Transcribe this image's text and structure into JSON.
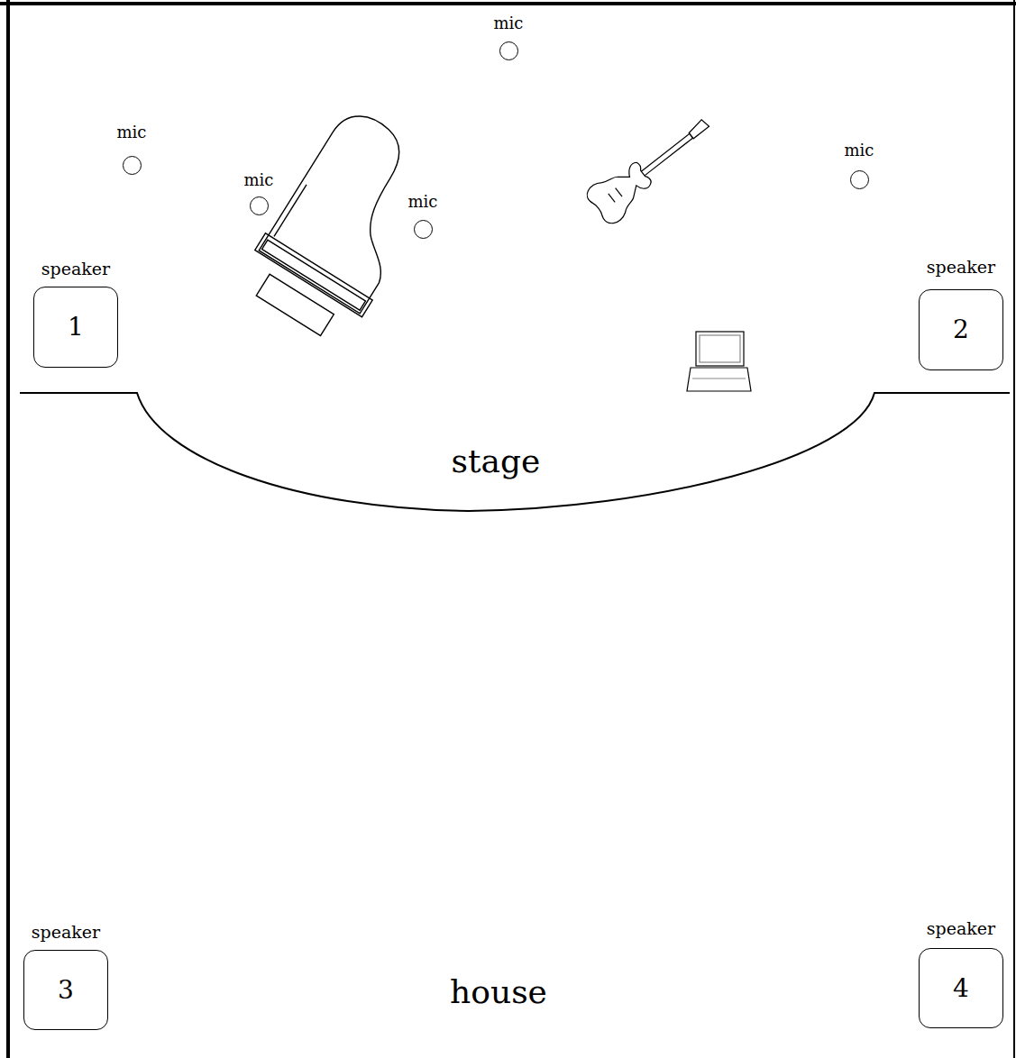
{
  "diagram": {
    "nodes": [
      {
        "text": [
          "mic"
        ]
      },
      {
        "text": [
          "mic"
        ]
      },
      {
        "text": [
          "mic"
        ]
      },
      {
        "text": [
          "mic"
        ]
      },
      {
        "text": [
          "mic"
        ]
      },
      {
        "text": [
          "speaker",
          "1"
        ]
      },
      {
        "text": [
          "speaker",
          "2"
        ]
      },
      {
        "text": [
          "speaker",
          "3"
        ]
      },
      {
        "text": [
          "speaker",
          "4"
        ]
      }
    ],
    "labels": [
      "stage",
      "house"
    ]
  }
}
